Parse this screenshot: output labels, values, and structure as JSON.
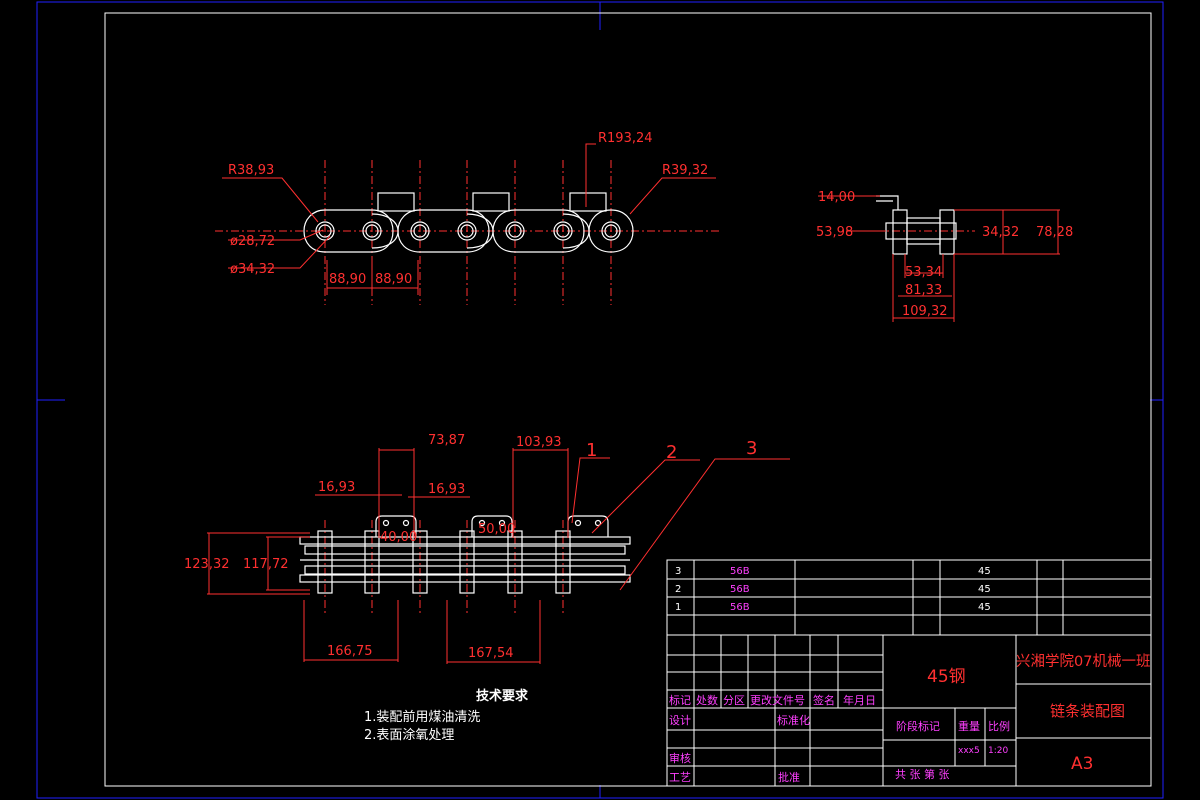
{
  "dimensions": {
    "top": [
      "R38,93",
      "R193,24",
      "R39,32",
      "ø28,72",
      "ø34,32",
      "88,90",
      "88,90"
    ],
    "side": [
      "14,00",
      "53,98",
      "34,32",
      "78,28",
      "53,34",
      "81,33",
      "109,32"
    ],
    "bottom": [
      "73,87",
      "103,93",
      "16,93",
      "16,93",
      "40,00",
      "50,00",
      "123,32",
      "117,72",
      "166,75",
      "167,54"
    ]
  },
  "balloons": [
    "1",
    "2",
    "3"
  ],
  "parts": [
    {
      "no": "3",
      "code": "56B",
      "name": "",
      "qty": "",
      "material": "45",
      "remark": ""
    },
    {
      "no": "2",
      "code": "56B",
      "name": "",
      "qty": "",
      "material": "45",
      "remark": ""
    },
    {
      "no": "1",
      "code": "56B",
      "name": "",
      "qty": "",
      "material": "45",
      "remark": ""
    }
  ],
  "title_block": {
    "material": "45钢",
    "school": "兴湘学院07机械一班",
    "drawing_name": "链条装配图",
    "sheet_size": "A3",
    "label_biaoji": "标记",
    "label_chushu": "处数",
    "label_fenqu": "分区",
    "label_gengai": "更改文件号",
    "label_qianming": "签名",
    "label_nianyueri": "年月日",
    "label_sheji": "设计",
    "label_biaozhunhua": "标准化",
    "label_jieduan": "阶段标记",
    "label_zhongliang": "重量",
    "label_bili": "比例",
    "label_shenhe": "审核",
    "label_gongyi": "工艺",
    "label_pizhun": "批准",
    "scale_value": "1:20",
    "weight_value": "xxx5",
    "sheet_info": "共 张 第 张"
  },
  "tech_requirements": {
    "title": "技术要求",
    "items": [
      "1.装配前用煤油清洗",
      "2.表面涂氧处理"
    ]
  }
}
